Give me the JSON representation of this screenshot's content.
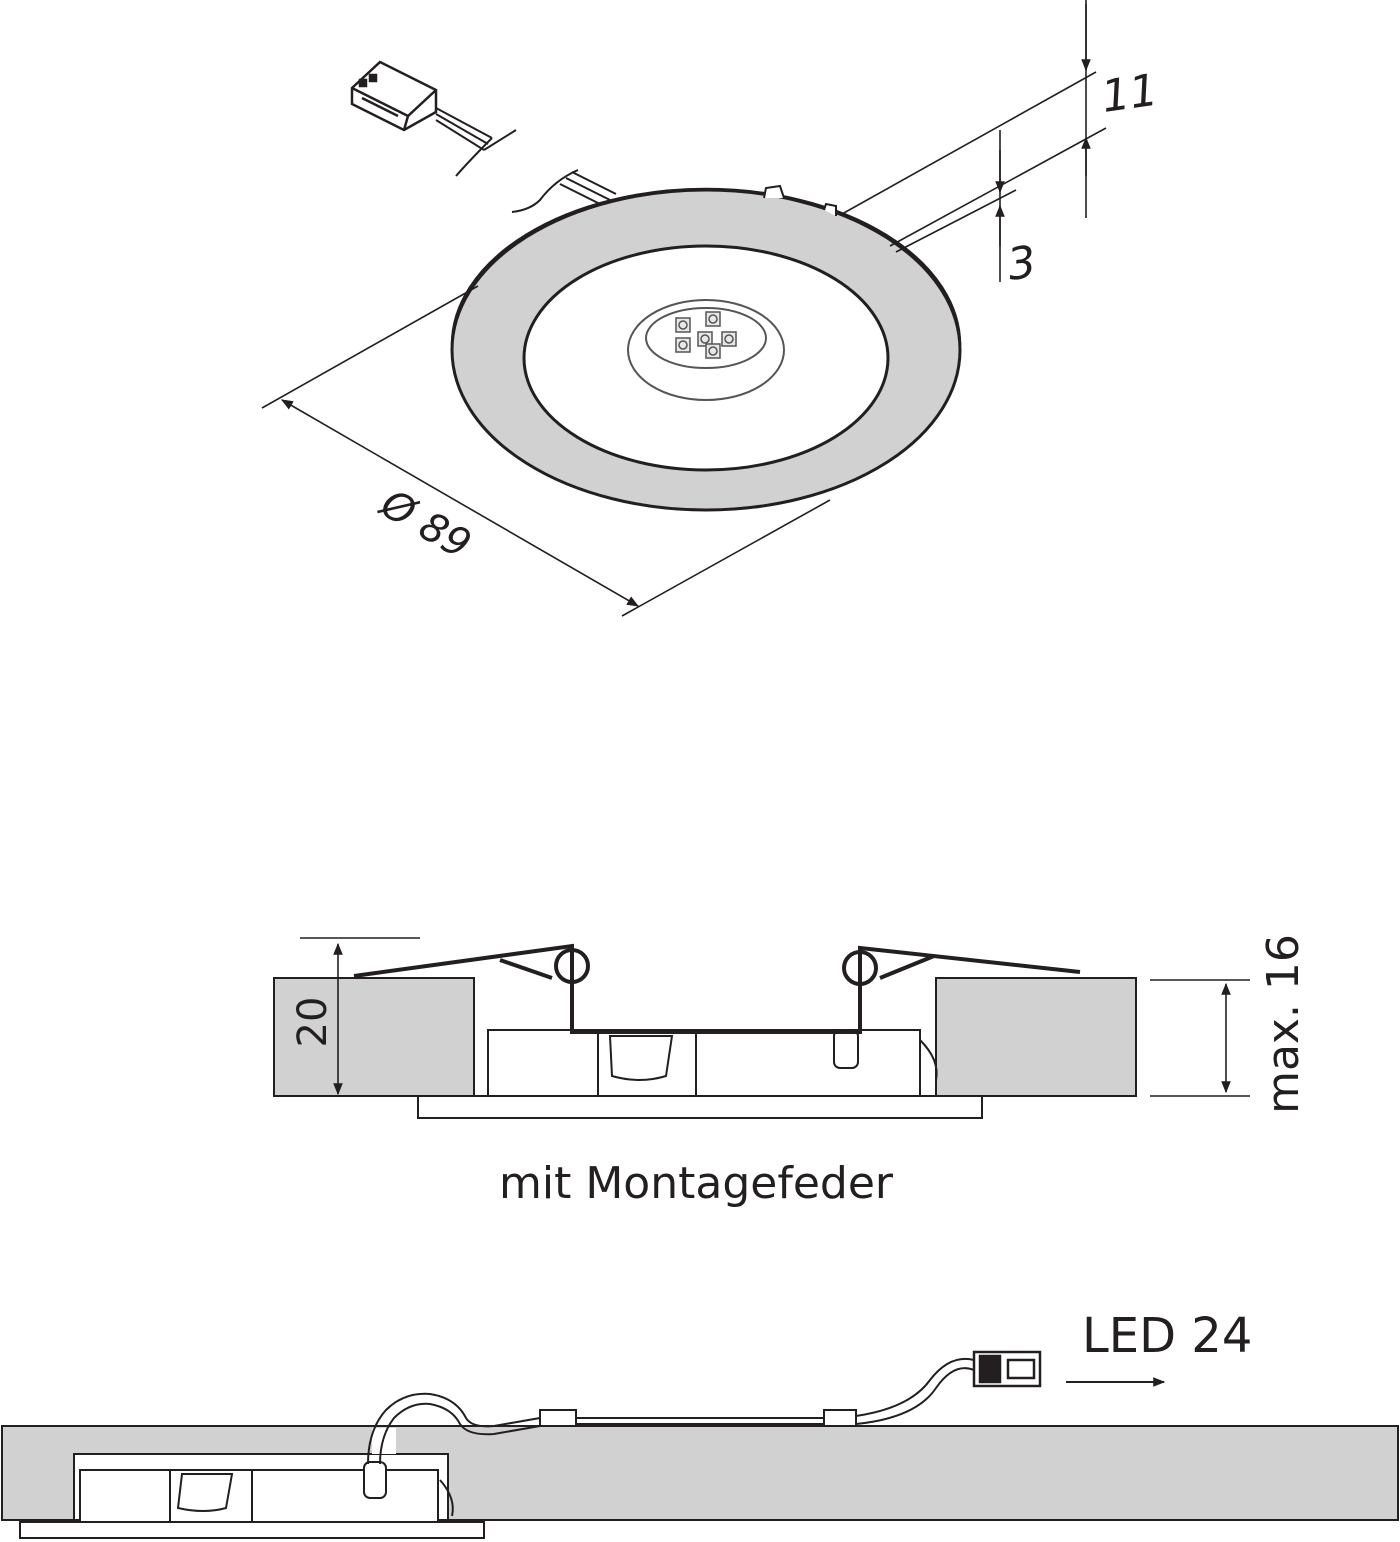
{
  "dimensions": {
    "diameter": "Ø 89",
    "height_total": "11",
    "rim_height": "3",
    "panel_thickness": "20",
    "max_thickness": "max. 16"
  },
  "captions": {
    "mounting": "mit Montagefeder",
    "connector": "LED 24"
  },
  "colors": {
    "line": "#231f20",
    "fill_gray": "#d1d1d1",
    "background": "#ffffff"
  }
}
